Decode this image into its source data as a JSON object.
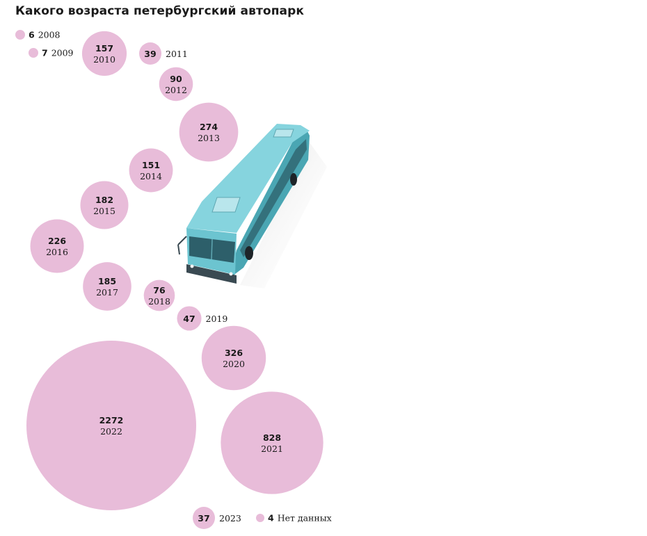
{
  "title": "Какого возраста петербургский автопарк",
  "colors": {
    "bubble": "#e8bcd9",
    "bus_body": "#6cc4d0",
    "bus_roof": "#86d4de",
    "bus_dark": "#2d5f6a",
    "text": "#1a1a1a"
  },
  "icons": {
    "bus": "bus-illustration"
  },
  "chart_data": {
    "type": "bubble",
    "title": "Какого возраста петербургский автопарк",
    "value_label": "",
    "categories": [
      "2008",
      "2009",
      "2010",
      "2011",
      "2012",
      "2013",
      "2014",
      "2015",
      "2016",
      "2017",
      "2018",
      "2019",
      "2020",
      "2021",
      "2022",
      "2023",
      "Нет данных"
    ],
    "values": [
      6,
      7,
      157,
      39,
      90,
      274,
      151,
      182,
      226,
      185,
      76,
      47,
      326,
      828,
      2272,
      37,
      4
    ],
    "points": [
      {
        "label": "2008",
        "value": 6
      },
      {
        "label": "2009",
        "value": 7
      },
      {
        "label": "2010",
        "value": 157
      },
      {
        "label": "2011",
        "value": 39
      },
      {
        "label": "2012",
        "value": 90
      },
      {
        "label": "2013",
        "value": 274
      },
      {
        "label": "2014",
        "value": 151
      },
      {
        "label": "2015",
        "value": 182
      },
      {
        "label": "2016",
        "value": 226
      },
      {
        "label": "2017",
        "value": 185
      },
      {
        "label": "2018",
        "value": 76
      },
      {
        "label": "2019",
        "value": 47
      },
      {
        "label": "2020",
        "value": 326
      },
      {
        "label": "2021",
        "value": 828
      },
      {
        "label": "2022",
        "value": 2272
      },
      {
        "label": "2023",
        "value": 37
      },
      {
        "label": "Нет данных",
        "value": 4
      }
    ]
  }
}
